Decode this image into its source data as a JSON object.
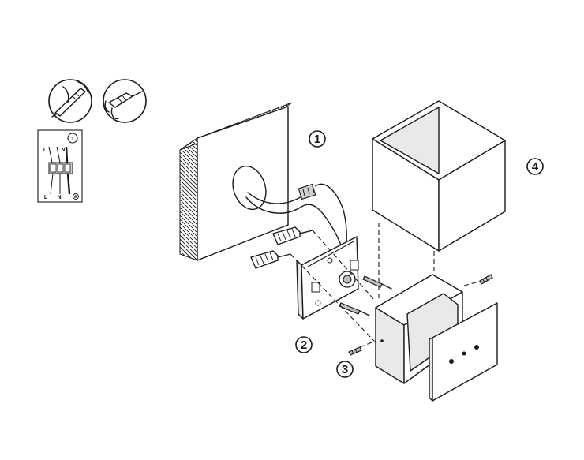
{
  "steps": {
    "step1_label": "1",
    "step2_label": "2",
    "step3_label": "3",
    "step4_label": "4",
    "inset_step_label": "1"
  },
  "wiring_inset": {
    "terminal_labels": [
      "L",
      "N"
    ],
    "bottom_labels": [
      "L",
      "N"
    ]
  },
  "icons": [
    "screwdriver-icon",
    "wire-stripper-icon",
    "ground-icon"
  ]
}
